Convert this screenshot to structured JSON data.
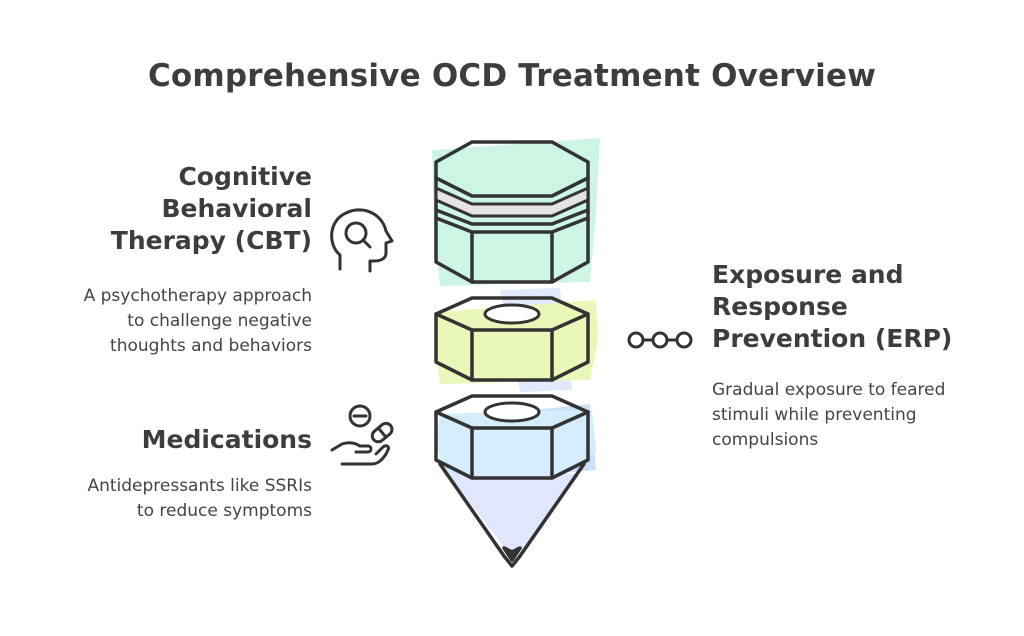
{
  "title": "Comprehensive OCD Treatment Overview",
  "sections": {
    "cbt": {
      "heading": [
        "Cognitive",
        "Behavioral",
        "Therapy (CBT)"
      ],
      "description": [
        "A psychotherapy approach",
        "to challenge negative",
        "thoughts and behaviors"
      ],
      "icon": "head-brain-icon"
    },
    "medications": {
      "heading": [
        "Medications"
      ],
      "description": [
        "Antidepressants like SSRIs",
        "to reduce symptoms"
      ],
      "icon": "pills-hand-icon"
    },
    "erp": {
      "heading": [
        "Exposure and",
        "Response",
        "Prevention (ERP)"
      ],
      "description": [
        "Gradual exposure to feared",
        "stimuli while preventing",
        "compulsions"
      ],
      "icon": "chain-links-icon"
    }
  },
  "colors": {
    "mint": "#c9f5e2",
    "lime": "#e9f8b9",
    "sky": "#d4ecfb",
    "periwinkle": "#dfe6fd",
    "outline": "#333333",
    "text": "#3d3d3d"
  }
}
